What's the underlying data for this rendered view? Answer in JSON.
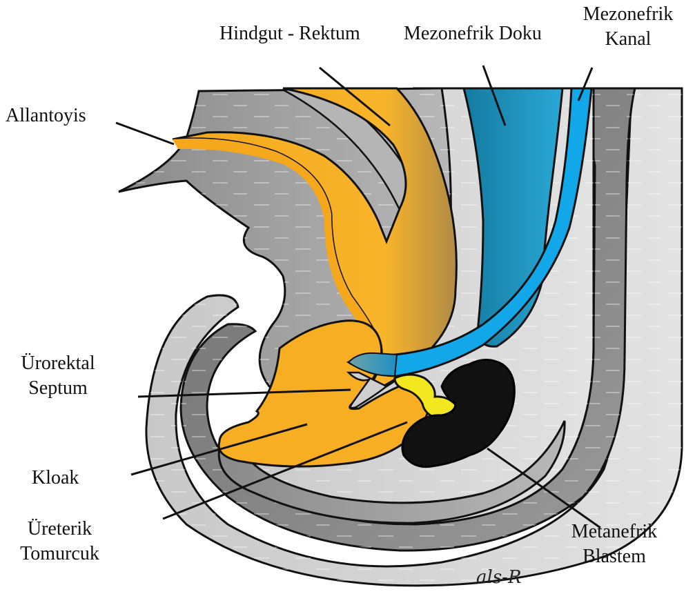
{
  "labels": {
    "hindgut": "Hindgut - Rektum",
    "mesonephric_tissue": "Mezonefrik Doku",
    "mesonephric_duct_1": "Mezonefrik",
    "mesonephric_duct_2": "Kanal",
    "allantois": "Allantoyis",
    "urorectal_1": "Ürorektal",
    "urorectal_2": "Septum",
    "cloaca": "Kloak",
    "ureteric_1": "Üreterik",
    "ureteric_2": "Tomurcuk",
    "metanephric_1": "Metanefrik",
    "metanephric_2": "Blastem"
  },
  "signature": "als-R",
  "colors": {
    "endoderm": "#f7ae22",
    "mesonephric": "#12a7e8",
    "mesonephric_tissue": "#1b8fb8",
    "ureteric_bud": "#f3e81f",
    "metanephric_blastema": "#111111",
    "mesenchyme_dark": "#7d7d7d",
    "mesenchyme_light": "#d0d0d0"
  }
}
